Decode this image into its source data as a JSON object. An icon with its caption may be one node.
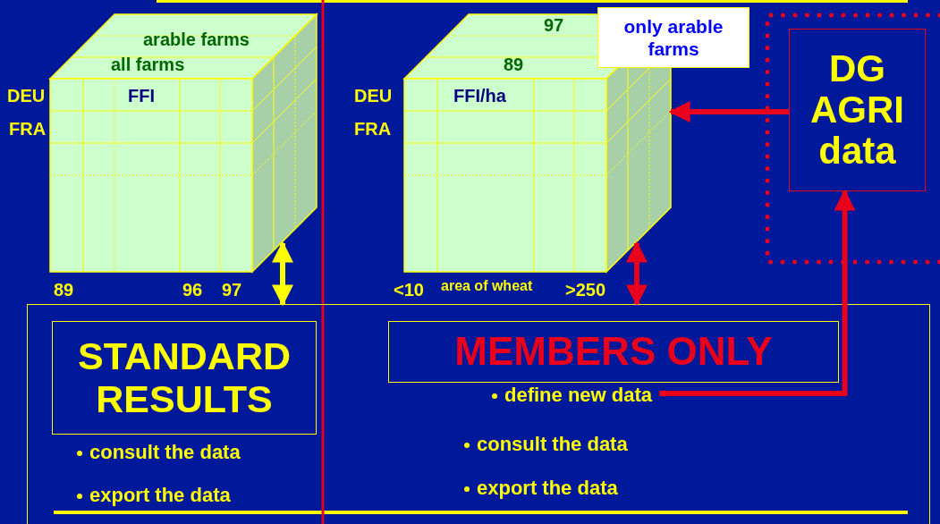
{
  "diagram": {
    "nodes": [
      {
        "text": [
          "arable farms",
          "all farms",
          "FFI"
        ]
      },
      {
        "text": [
          "97",
          "89",
          "FFI/ha"
        ]
      },
      {
        "text": [
          "only arable farms"
        ]
      },
      {
        "text": [],
        "shape": "box"
      },
      {
        "text": [
          "DG AGRI data"
        ],
        "in": 3
      },
      {
        "text": [],
        "shape": "box"
      },
      {
        "text": [
          "STANDARD RESULTS"
        ],
        "in": 5
      },
      {
        "text": [
          "MEMBERS ONLY"
        ],
        "in": 5
      },
      {
        "text": [
          "define new data"
        ],
        "in": 5
      }
    ],
    "edges": [
      {
        "from": 0,
        "to": 5,
        "arrow": "both",
        "color": "#ffff00"
      },
      {
        "from": 1,
        "to": 5,
        "arrow": "both"
      },
      {
        "from": 4,
        "to": 1,
        "arrow": "to"
      },
      {
        "from": 8,
        "to": 4,
        "arrow": "to"
      }
    ],
    "labels": [
      "DEU",
      "FRA",
      "89",
      "96",
      "97",
      "DEU",
      "FRA",
      "<10",
      "area of wheat",
      ">250",
      "consult the data",
      "export the data",
      "consult the data",
      "export the data"
    ]
  }
}
